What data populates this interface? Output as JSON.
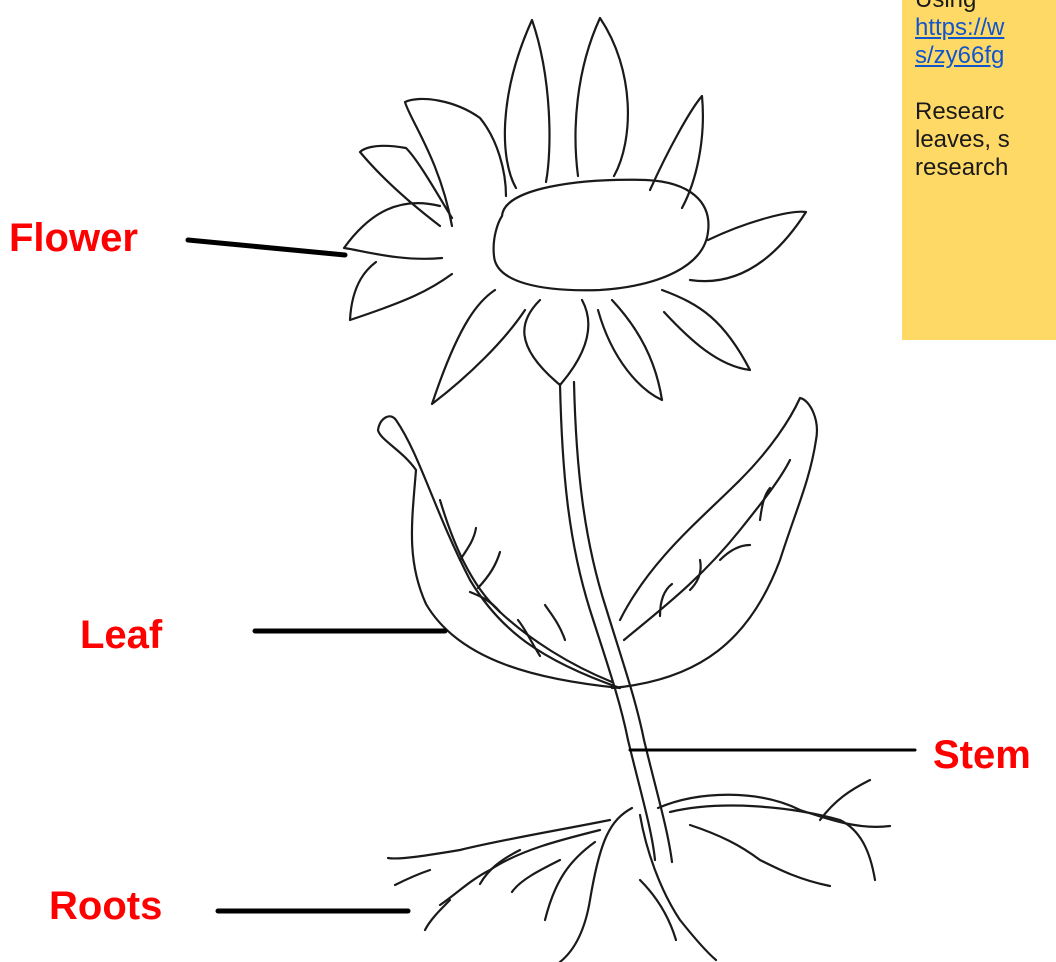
{
  "labels": {
    "flower": "Flower",
    "leaf": "Leaf",
    "stem": "Stem",
    "roots": "Roots"
  },
  "note": {
    "line1": "Using",
    "link_line1": "https://w",
    "link_line2": "s/zy66fg",
    "para2_line1": "Researc",
    "para2_line2": "leaves, s",
    "para2_line3": "research"
  },
  "colors": {
    "label_red": "#ff0000",
    "note_background": "#ffd966",
    "link_blue": "#1155cc",
    "sketch_line": "#1a1a1a",
    "pointer_line": "#000000"
  }
}
